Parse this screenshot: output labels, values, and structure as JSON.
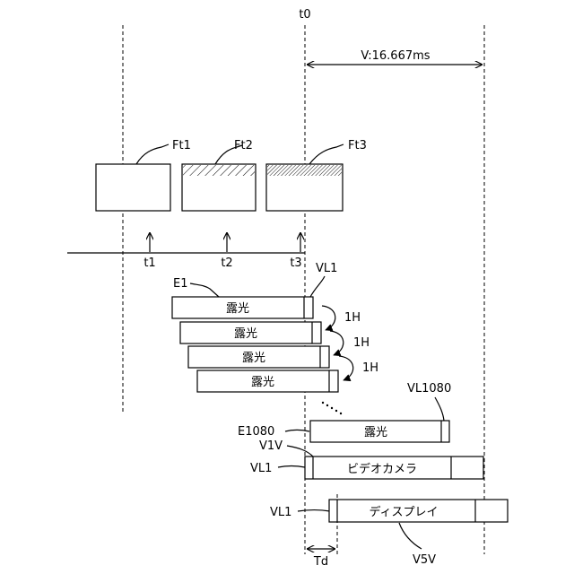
{
  "time_labels": {
    "t0": "t0",
    "t1": "t1",
    "t2": "t2",
    "t3": "t3"
  },
  "period_label": "V:16.667ms",
  "frames": [
    {
      "label": "Ft1"
    },
    {
      "label": "Ft2"
    },
    {
      "label": "Ft3"
    }
  ],
  "exposure": {
    "first_label": "E1",
    "line_label": "VL1",
    "box_text": "露光",
    "offset_label": "1H",
    "last_label": "E1080",
    "last_line_label": "VL1080"
  },
  "video_camera": {
    "sync_label": "V1V",
    "line_label": "VL1",
    "text": "ビデオカメラ"
  },
  "display": {
    "line_label": "VL1",
    "text": "ディスプレイ",
    "sync_label": "V5V",
    "delay_label": "Td"
  }
}
